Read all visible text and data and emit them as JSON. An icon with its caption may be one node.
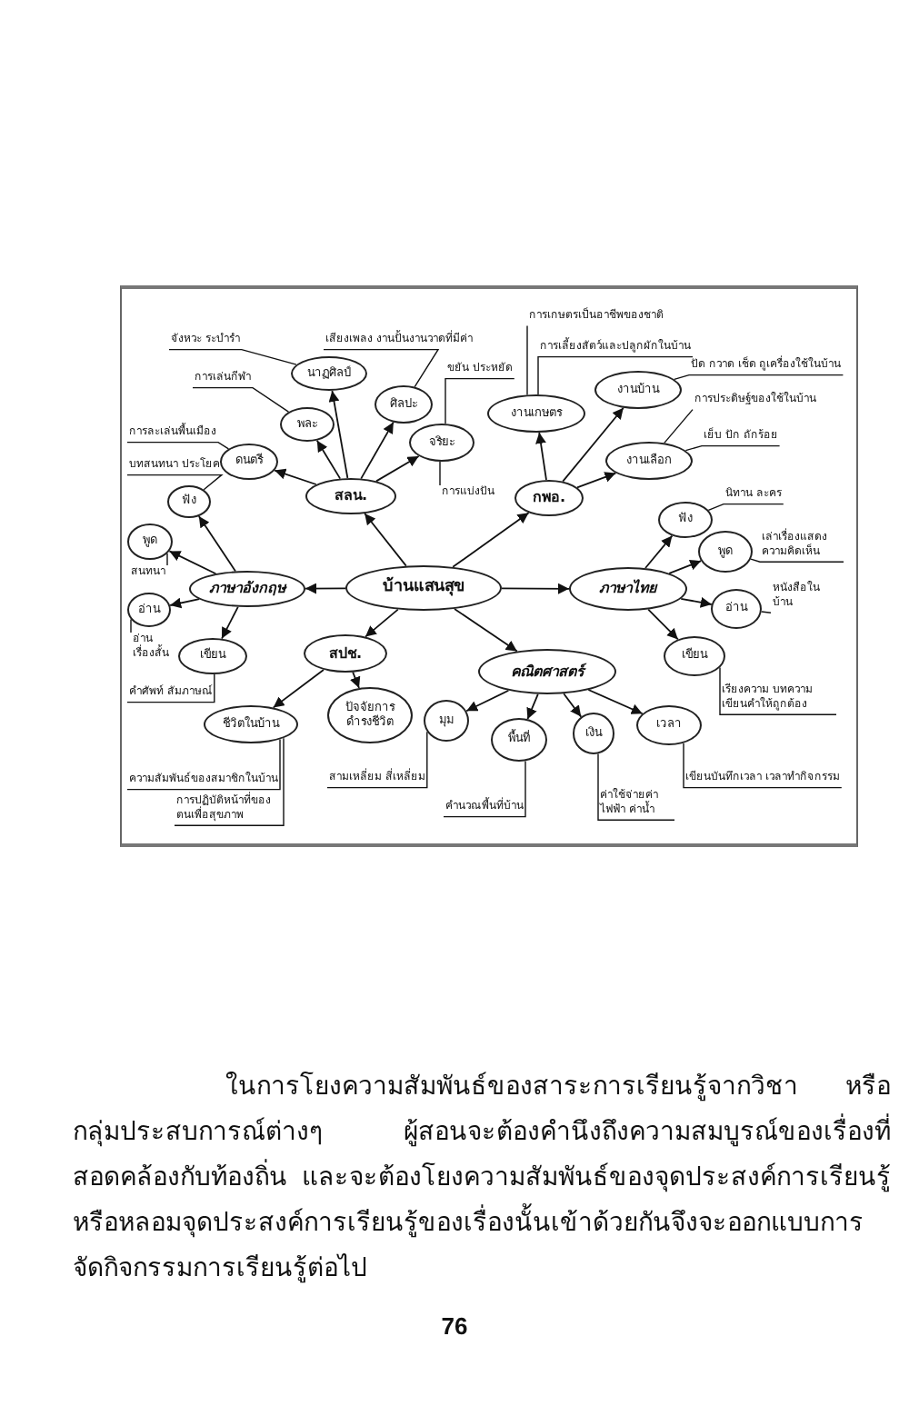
{
  "diagram": {
    "nodes": [
      {
        "text": [
          "บ้านแสนสุข"
        ]
      },
      {
        "text": [
          "สลน."
        ]
      },
      {
        "text": [
          "นาฏศิลป์"
        ]
      },
      {
        "text": [
          "ศิลปะ"
        ]
      },
      {
        "text": [
          "พละ"
        ]
      },
      {
        "text": [
          "ดนตรี"
        ]
      },
      {
        "text": [
          "จริยะ"
        ]
      },
      {
        "text": [
          "จังหวะ ระบำรำ"
        ]
      },
      {
        "text": [
          "เสียงเพลง งานปั้นงานวาดที่มีค่า"
        ]
      },
      {
        "text": [
          "การเล่นกีฬา"
        ]
      },
      {
        "text": [
          "การละเล่นพื้นเมือง"
        ]
      },
      {
        "text": [
          "ขยัน ประหยัด"
        ]
      },
      {
        "text": [
          "การแบ่งปัน"
        ]
      },
      {
        "text": [
          "กพอ."
        ]
      },
      {
        "text": [
          "งานเกษตร"
        ]
      },
      {
        "text": [
          "งานบ้าน"
        ]
      },
      {
        "text": [
          "งานเลือก"
        ]
      },
      {
        "text": [
          "การเกษตรเป็นอาชีพของชาติ"
        ]
      },
      {
        "text": [
          "การเลี้ยงสัตว์และปลูกผักในบ้าน"
        ]
      },
      {
        "text": [
          "ปัด กวาด เช็ด ถูเครื่องใช้ในบ้าน"
        ]
      },
      {
        "text": [
          "การประดิษฐ์ของใช้ในบ้าน"
        ]
      },
      {
        "text": [
          "เย็บ ปัก ถักร้อย"
        ]
      },
      {
        "text": [
          "ภาษาอังกฤษ"
        ]
      },
      {
        "text": [
          "ฟัง"
        ]
      },
      {
        "text": [
          "พูด"
        ]
      },
      {
        "text": [
          "อ่าน"
        ]
      },
      {
        "text": [
          "เขียน"
        ]
      },
      {
        "text": [
          "บทสนทนา ประโยค"
        ]
      },
      {
        "text": [
          "สนทนา"
        ]
      },
      {
        "text": [
          "อ่านเรื่องสั้น"
        ]
      },
      {
        "text": [
          "คำศัพท์ สัมภาษณ์"
        ]
      },
      {
        "text": [
          "ภาษาไทย"
        ]
      },
      {
        "text": [
          "ฟัง"
        ]
      },
      {
        "text": [
          "พูด"
        ]
      },
      {
        "text": [
          "อ่าน"
        ]
      },
      {
        "text": [
          "เขียน"
        ]
      },
      {
        "text": [
          "นิทาน ละคร"
        ]
      },
      {
        "text": [
          "เล่าเรื่องแสดงความคิดเห็น"
        ]
      },
      {
        "text": [
          "หนังสือในบ้าน"
        ]
      },
      {
        "text": [
          "เรียงความ บทความเขียนคำให้ถูกต้อง"
        ]
      },
      {
        "text": [
          "สปช."
        ]
      },
      {
        "text": [
          "ชีวิตในบ้าน"
        ]
      },
      {
        "text": [
          "ปัจจัยการดำรงชีวิต"
        ]
      },
      {
        "text": [
          "ความสัมพันธ์ของสมาชิกในบ้าน"
        ]
      },
      {
        "text": [
          "การปฏิบัติหน้าที่ของตนเพื่อสุขภาพ"
        ]
      },
      {
        "text": [
          "คณิตศาสตร์"
        ]
      },
      {
        "text": [
          "มุม"
        ]
      },
      {
        "text": [
          "พื้นที่"
        ]
      },
      {
        "text": [
          "เงิน"
        ]
      },
      {
        "text": [
          "เวลา"
        ]
      },
      {
        "text": [
          "สามเหลี่ยม สี่เหลี่ยม"
        ]
      },
      {
        "text": [
          "คำนวณพื้นที่บ้าน"
        ]
      },
      {
        "text": [
          "ค่าใช้จ่ายค่าไฟฟ้า ค่าน้ำ"
        ]
      },
      {
        "text": [
          "เขียนบันทึกเวลา เวลาทำกิจกรรม"
        ]
      }
    ],
    "edges": [
      {
        "from": 0,
        "to": 1,
        "arrow": "to"
      },
      {
        "from": 0,
        "to": 13,
        "arrow": "to"
      },
      {
        "from": 0,
        "to": 22,
        "arrow": "to"
      },
      {
        "from": 0,
        "to": 31,
        "arrow": "to"
      },
      {
        "from": 0,
        "to": 40,
        "arrow": "to"
      },
      {
        "from": 0,
        "to": 45,
        "arrow": "to"
      },
      {
        "from": 1,
        "to": 2,
        "arrow": "to"
      },
      {
        "from": 1,
        "to": 3,
        "arrow": "to"
      },
      {
        "from": 1,
        "to": 4,
        "arrow": "to"
      },
      {
        "from": 1,
        "to": 5,
        "arrow": "to"
      },
      {
        "from": 1,
        "to": 6,
        "arrow": "to"
      },
      {
        "from": 13,
        "to": 14,
        "arrow": "to"
      },
      {
        "from": 13,
        "to": 15,
        "arrow": "to"
      },
      {
        "from": 13,
        "to": 16,
        "arrow": "to"
      },
      {
        "from": 22,
        "to": 23,
        "arrow": "to"
      },
      {
        "from": 22,
        "to": 24,
        "arrow": "to"
      },
      {
        "from": 22,
        "to": 25,
        "arrow": "to"
      },
      {
        "from": 22,
        "to": 26,
        "arrow": "to"
      },
      {
        "from": 31,
        "to": 32,
        "arrow": "to"
      },
      {
        "from": 31,
        "to": 33,
        "arrow": "to"
      },
      {
        "from": 31,
        "to": 34,
        "arrow": "to"
      },
      {
        "from": 31,
        "to": 35,
        "arrow": "to"
      },
      {
        "from": 40,
        "to": 41,
        "arrow": "to"
      },
      {
        "from": 40,
        "to": 42,
        "arrow": "to"
      },
      {
        "from": 45,
        "to": 46,
        "arrow": "to"
      },
      {
        "from": 45,
        "to": 47,
        "arrow": "to"
      },
      {
        "from": 45,
        "to": 48,
        "arrow": "to"
      },
      {
        "from": 45,
        "to": 49,
        "arrow": "to"
      },
      {
        "from": 7,
        "to": 2,
        "arrow": "none"
      },
      {
        "from": 8,
        "to": 3,
        "arrow": "none"
      },
      {
        "from": 9,
        "to": 4,
        "arrow": "none"
      },
      {
        "from": 10,
        "to": 5,
        "arrow": "none"
      },
      {
        "from": 11,
        "to": 6,
        "arrow": "none"
      },
      {
        "from": 12,
        "to": 6,
        "arrow": "none"
      },
      {
        "from": 17,
        "to": 14,
        "arrow": "none"
      },
      {
        "from": 18,
        "to": 14,
        "arrow": "none"
      },
      {
        "from": 19,
        "to": 15,
        "arrow": "none"
      },
      {
        "from": 20,
        "to": 16,
        "arrow": "none"
      },
      {
        "from": 21,
        "to": 16,
        "arrow": "none"
      },
      {
        "from": 27,
        "to": 23,
        "arrow": "none"
      },
      {
        "from": 28,
        "to": 24,
        "arrow": "none"
      },
      {
        "from": 29,
        "to": 25,
        "arrow": "none"
      },
      {
        "from": 30,
        "to": 26,
        "arrow": "none"
      },
      {
        "from": 36,
        "to": 32,
        "arrow": "none"
      },
      {
        "from": 37,
        "to": 33,
        "arrow": "none"
      },
      {
        "from": 38,
        "to": 34,
        "arrow": "none"
      },
      {
        "from": 39,
        "to": 35,
        "arrow": "none"
      },
      {
        "from": 43,
        "to": 41,
        "arrow": "none"
      },
      {
        "from": 44,
        "to": 41,
        "arrow": "none"
      },
      {
        "from": 50,
        "to": 46,
        "arrow": "none"
      },
      {
        "from": 51,
        "to": 47,
        "arrow": "none"
      },
      {
        "from": 52,
        "to": 48,
        "arrow": "none"
      },
      {
        "from": 53,
        "to": 49,
        "arrow": "none"
      }
    ],
    "labels": [
      "ในการโยงความสัมพันธ์ของสาระการเรียนรู้จากวิชา หรือกลุ่มประสบการณ์ต่างๆ ผู้สอนจะต้องคำนึงถึงความสมบูรณ์ของเรื่องที่สอดคล้องกับท้องถิ่น และจะต้องโยงความสัมพันธ์ของจุดประสงค์การเรียนรู้ หรือหลอมจุดประสงค์การเรียนรู้ของเรื่องนั้นเข้าด้วยกันจึงจะออกแบบการจัดกิจกรรมการเรียนรู้ต่อไป",
      "76"
    ]
  }
}
